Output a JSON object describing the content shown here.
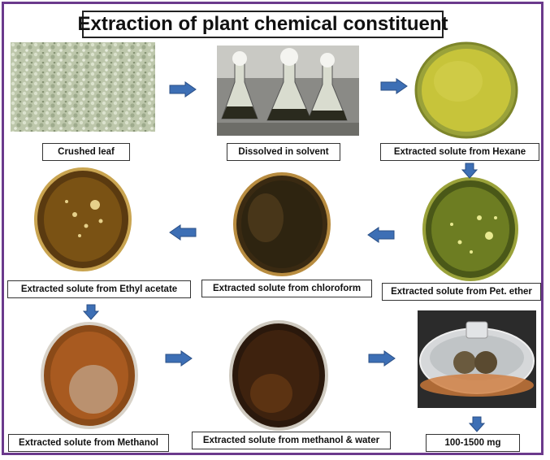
{
  "title": "Extraction of plant chemical constituent",
  "steps": [
    {
      "label": "Crushed leaf"
    },
    {
      "label": "Dissolved in solvent"
    },
    {
      "label": "Extracted solute from Hexane"
    },
    {
      "label": "Extracted solute from Pet. ether"
    },
    {
      "label": "Extracted solute from chloroform"
    },
    {
      "label": "Extracted solute from Ethyl acetate"
    },
    {
      "label": "Extracted solute from Methanol"
    },
    {
      "label": "Extracted solute from methanol & water"
    },
    {
      "label": "100-1500 mg"
    }
  ],
  "colors": {
    "frame": "#6b3a8c",
    "arrow": "#3d6fb5",
    "arrow_outline": "#2a4f86"
  }
}
